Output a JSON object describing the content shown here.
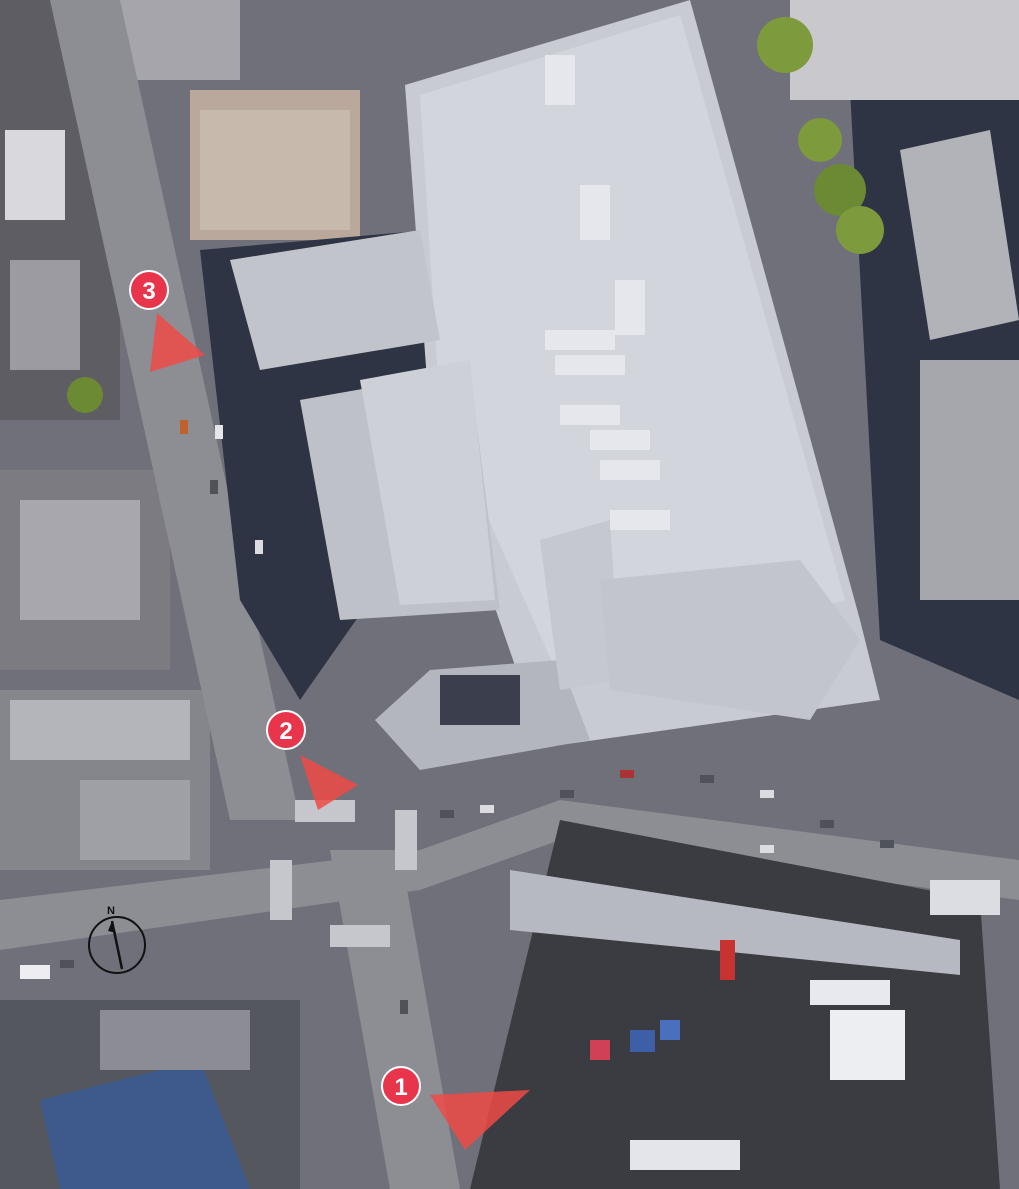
{
  "compass": {
    "label": "N",
    "icon": "compass-north-icon"
  },
  "markers": [
    {
      "label": "1",
      "icon": "camera-viewpoint-icon",
      "color": "#e8354c"
    },
    {
      "label": "2",
      "icon": "camera-viewpoint-icon",
      "color": "#e8354c"
    },
    {
      "label": "3",
      "icon": "camera-viewpoint-icon",
      "color": "#e8354c"
    }
  ],
  "colors": {
    "marker": "#e8354c",
    "view_cone": "#ee4a45",
    "road": "#8d8e94",
    "rooftop": "#c9cbd3",
    "shadow": "#2e3444",
    "trees": "#7d9a3c"
  }
}
